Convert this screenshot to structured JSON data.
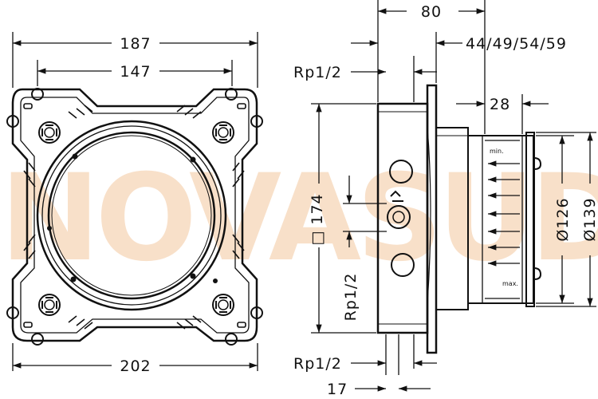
{
  "watermark": "NOVASUD",
  "front_view": {
    "dims": {
      "top_outer": "187",
      "top_inner": "147",
      "bottom": "202"
    }
  },
  "side_view": {
    "dims": {
      "depth": "80",
      "projection": "44/49/54/59",
      "sleeve": "28",
      "body_height": "□ 174",
      "thread_top": "Rp1/2",
      "thread_mid": "Rp1/2",
      "thread_bottom": "Rp1/2",
      "offset_bottom": "17",
      "diameter_inner": "Ø126",
      "diameter_outer": "Ø139"
    },
    "labels": {
      "min": "min.",
      "max": "max."
    }
  },
  "colors": {
    "line": "#111111",
    "watermark": "#f3c79d"
  }
}
